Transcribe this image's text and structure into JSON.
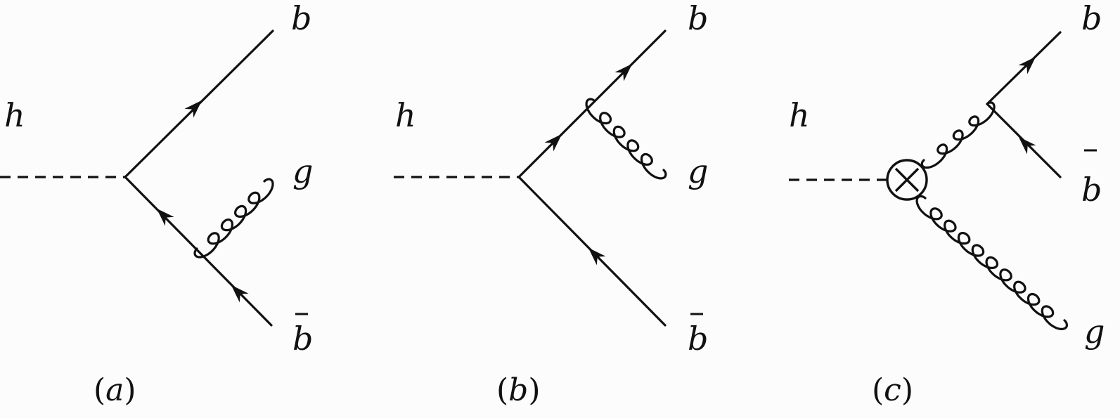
{
  "diagrams": [
    {
      "caption_open": "(",
      "caption_letter": "a",
      "caption_close": ")",
      "labels": {
        "higgs": "h",
        "quark": "b",
        "gluon": "g",
        "antiquark": "b"
      }
    },
    {
      "caption_open": "(",
      "caption_letter": "b",
      "caption_close": ")",
      "labels": {
        "higgs": "h",
        "quark": "b",
        "gluon": "g",
        "antiquark": "b"
      }
    },
    {
      "caption_open": "(",
      "caption_letter": "c",
      "caption_close": ")",
      "labels": {
        "higgs": "h",
        "quark": "b",
        "gluon": "g",
        "antiquark": "b"
      }
    }
  ]
}
